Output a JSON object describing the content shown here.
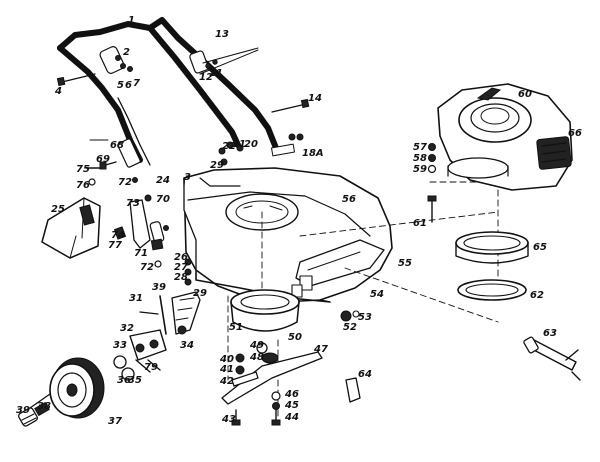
{
  "diagram": {
    "callouts": {
      "c1": "1",
      "c2": "2",
      "c3": "3",
      "c4": "4",
      "c5": "5",
      "c6": "6",
      "c7": "7",
      "c11": "11",
      "c12": "12",
      "c13": "13",
      "c14": "14",
      "c20": "20",
      "c21": "21",
      "c22": "22",
      "c24": "24",
      "c25": "25",
      "c26": "26",
      "c27": "27",
      "c28": "28",
      "c29": "29",
      "c29b": "29",
      "c31": "31",
      "c32": "32",
      "c33": "33",
      "c34": "34",
      "c35": "35",
      "c36": "36",
      "c37": "37",
      "c38": "38",
      "c39": "39",
      "c39b": "39",
      "c40": "40",
      "c41": "41",
      "c42": "42",
      "c43": "43",
      "c44": "44",
      "c45": "45",
      "c46": "46",
      "c47": "47",
      "c48": "48",
      "c49": "49",
      "c50": "50",
      "c51": "51",
      "c52": "52",
      "c53": "53",
      "c54": "54",
      "c55": "55",
      "c56": "56",
      "c57": "57",
      "c58": "58",
      "c59": "59",
      "c60": "60",
      "c61": "61",
      "c62": "62",
      "c63": "63",
      "c64": "64",
      "c65": "65",
      "c66": "66",
      "c68": "68",
      "c69": "69",
      "c70": "70",
      "c71": "71",
      "c72": "72",
      "c72b": "72",
      "c73": "73",
      "c74": "74",
      "c75": "75",
      "c76": "76",
      "c77": "77",
      "c79": "79",
      "c18a": "18A"
    }
  }
}
